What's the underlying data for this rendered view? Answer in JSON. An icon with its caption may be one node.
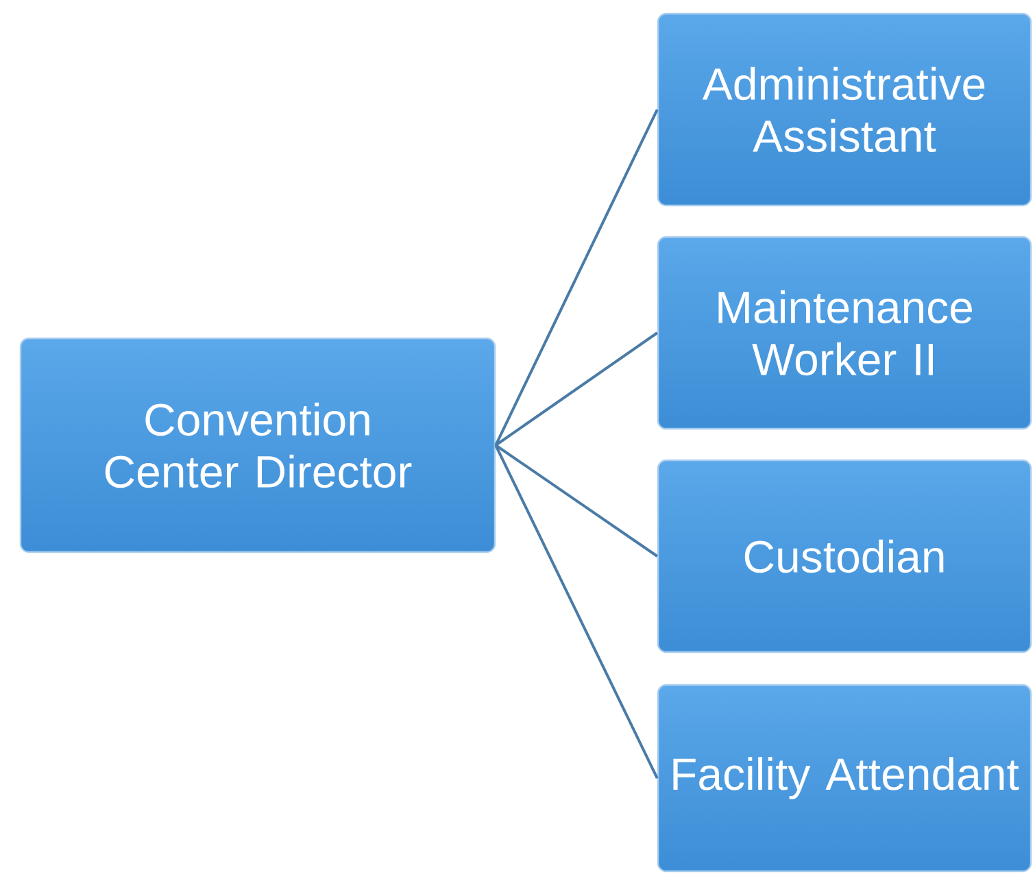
{
  "diagram": {
    "nodes": [
      {
        "text": [
          "Convention Center Director"
        ]
      },
      {
        "text": [
          "Administrative Assistant"
        ]
      },
      {
        "text": [
          "Maintenance Worker II"
        ]
      },
      {
        "text": [
          "Custodian"
        ]
      },
      {
        "text": [
          "Facility Attendant"
        ]
      }
    ],
    "edges": [
      {
        "from": 0,
        "to": 1,
        "arrow": "none"
      },
      {
        "from": 0,
        "to": 2,
        "arrow": "none"
      },
      {
        "from": 0,
        "to": 3,
        "arrow": "none"
      },
      {
        "from": 0,
        "to": 4,
        "arrow": "none"
      }
    ]
  }
}
